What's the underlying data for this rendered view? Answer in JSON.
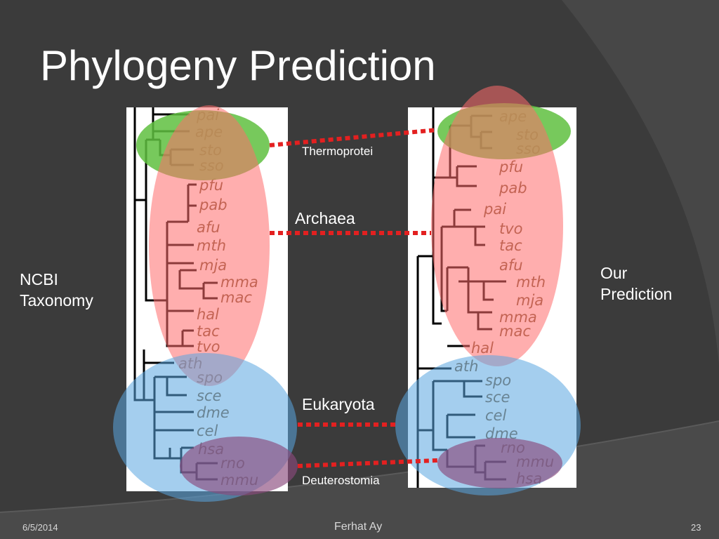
{
  "slide": {
    "title": "Phylogeny Prediction",
    "footer_date": "6/5/2014",
    "footer_author": "Ferhat Ay",
    "footer_page": "23"
  },
  "labels": {
    "left_line1": "NCBI",
    "left_line2": "Taxonomy",
    "right_line1": "Our",
    "right_line2": "Prediction",
    "thermoprotei": "Thermoprotei",
    "archaea": "Archaea",
    "eukaryota": "Eukaryota",
    "deuterostomia": "Deuterostomia"
  },
  "trees": {
    "ncbi": {
      "thermoprotei": [
        "pai",
        "ape",
        "sto",
        "sso"
      ],
      "archaea": [
        "pfu",
        "pab",
        "afu",
        "mth",
        "mja",
        "mma",
        "mac",
        "hal",
        "tac",
        "tvo"
      ],
      "eukaryota": [
        "ath",
        "spo",
        "sce",
        "dme",
        "cel"
      ],
      "deuterostomia": [
        "hsa",
        "rno",
        "mmu"
      ]
    },
    "prediction": {
      "thermoprotei": [
        "ape",
        "sto",
        "sso"
      ],
      "archaea": [
        "pfu",
        "pab",
        "pai",
        "tvo",
        "tac",
        "afu",
        "mth",
        "mja",
        "mma",
        "mac",
        "hal"
      ],
      "eukaryota": [
        "ath",
        "spo",
        "sce",
        "cel",
        "dme"
      ],
      "deuterostomia": [
        "rno",
        "mmu",
        "hsa"
      ]
    }
  },
  "colors": {
    "thermoprotei": "#5fbf3f",
    "archaea": "#ff8080",
    "eukaryota": "#6aaee0",
    "deuterostomia": "#a05a8c",
    "connector": "#e32020",
    "leaf_text": "#7a5a35"
  }
}
